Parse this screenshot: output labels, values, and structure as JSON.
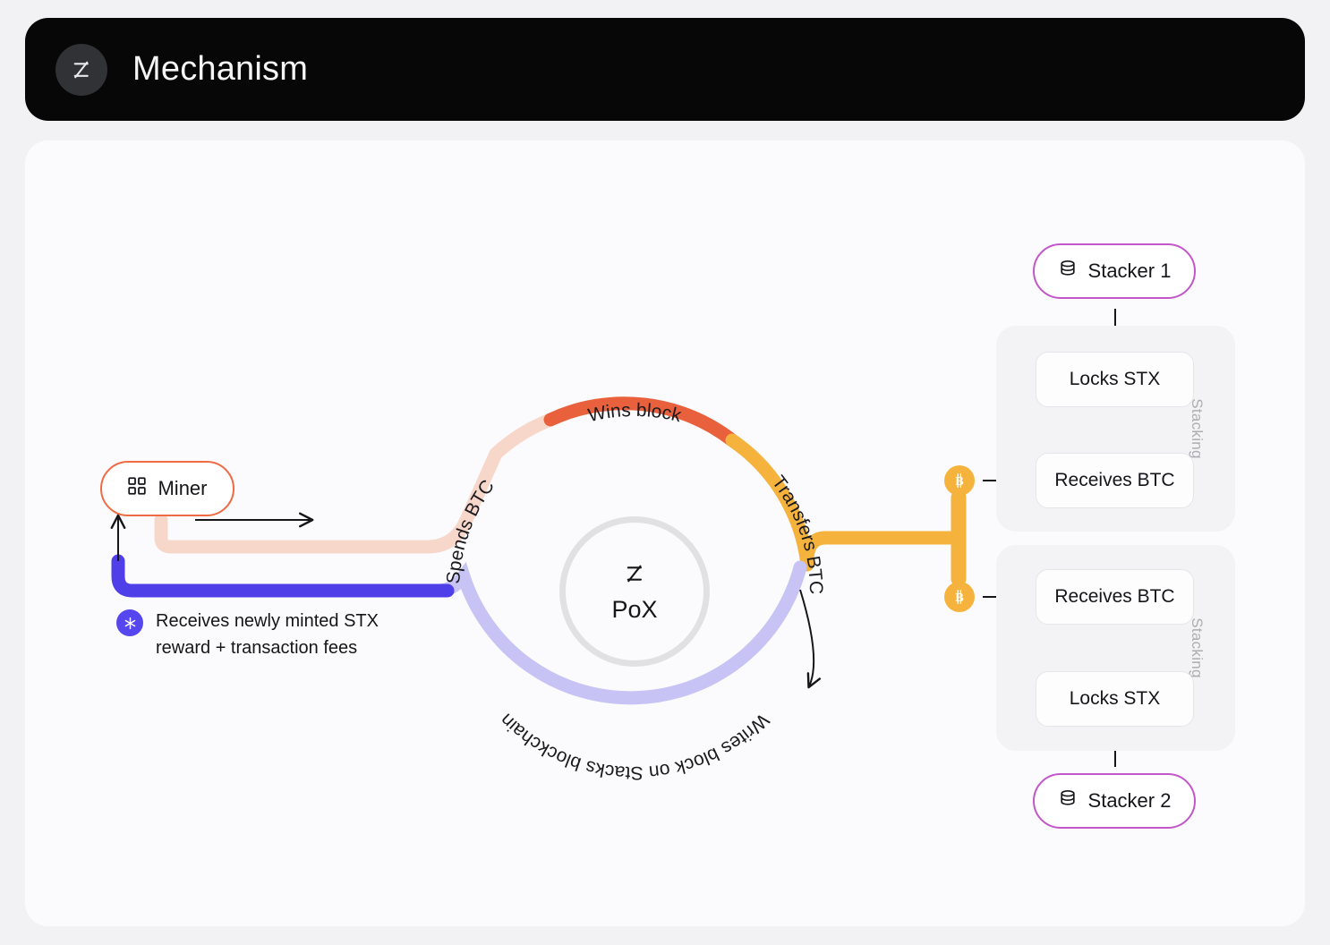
{
  "header": {
    "title": "Mechanism",
    "logo_icon": "stacks-logo-icon"
  },
  "diagram": {
    "center": {
      "logo_icon": "stacks-logo-icon",
      "label": "PoX"
    },
    "miner": {
      "label": "Miner",
      "icon": "grid-squares-icon",
      "border_color": "#ef6b43"
    },
    "legend": {
      "icon": "stx-token-icon",
      "badge_color": "#5546f0",
      "text": "Receives newly minted STX reward + transaction fees"
    },
    "arc_labels": {
      "spends_btc": "Spends BTC",
      "wins_block": "Wins block",
      "transfers_btc": "Transfers BTC",
      "writes_block": "Writes block on Stacks blockchain"
    },
    "arc_colors": {
      "spends_btc": "#f8d7cb",
      "wins_block": "#e8613c",
      "transfers_btc": "#f5b33d",
      "writes_block": "#c7c3f5",
      "minted_stx": "#4f3fe8"
    },
    "stackers": [
      {
        "label": "Stacker 1",
        "icon": "database-icon",
        "border_color": "#c356c8",
        "group_label": "Stacking",
        "steps": [
          "Locks STX",
          "Receives BTC"
        ]
      },
      {
        "label": "Stacker 2",
        "icon": "database-icon",
        "border_color": "#c356c8",
        "group_label": "Stacking",
        "steps": [
          "Receives BTC",
          "Locks STX"
        ]
      }
    ],
    "btc_badges": [
      {
        "icon": "bitcoin-icon",
        "color": "#f5b33d"
      },
      {
        "icon": "bitcoin-icon",
        "color": "#f5b33d"
      }
    ]
  }
}
